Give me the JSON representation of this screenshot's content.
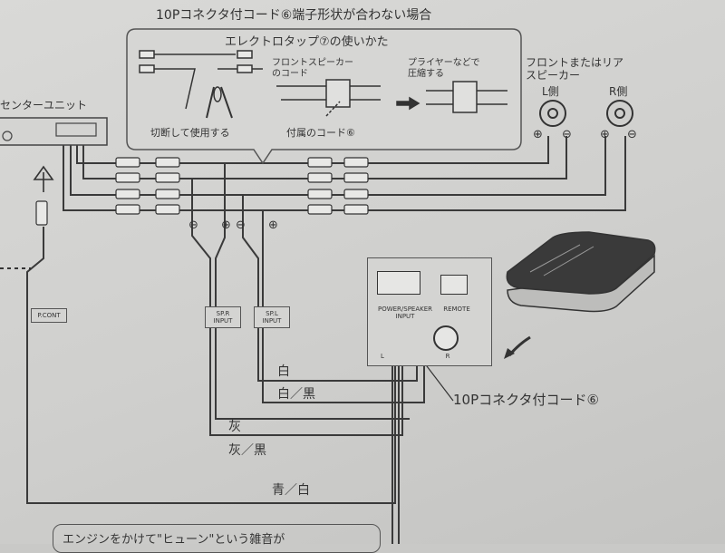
{
  "header_top": "10Pコネクタ付コード⑥端子形状が合わない場合",
  "inset": {
    "title": "エレクトロタップ⑦の使いかた",
    "cut_label": "切断して使用する",
    "front_speaker_cord": [
      "フロントスピーカー",
      "のコード"
    ],
    "pliers_label": [
      "プライヤーなどで",
      "圧縮する"
    ],
    "included_cord": "付属のコード⑥"
  },
  "center_unit": "センターユニット",
  "speakers": {
    "title": [
      "フロントまたはリア",
      "スピーカー"
    ],
    "left": "L側",
    "right": "R側",
    "plus": "⊕",
    "minus": "⊖"
  },
  "polarity": [
    "⊖",
    "⊕",
    "⊖",
    "⊕"
  ],
  "connector_labels": {
    "pcont": "P.CONT",
    "spr": [
      "SP.R",
      "INPUT"
    ],
    "spl": [
      "SP.L",
      "INPUT"
    ]
  },
  "amp_panel": {
    "power_speaker": [
      "POWER/SPEAKER",
      "INPUT"
    ],
    "remote": "REMOTE",
    "l_mark": "L",
    "r_mark": "R"
  },
  "cord_label": "10Pコネクタ付コード⑥",
  "wire_colors": [
    "白",
    "白／黒",
    "灰",
    "灰／黒",
    "青／白"
  ],
  "bottom_note": "エンジンをかけて\"ヒューン\"という雑音が"
}
